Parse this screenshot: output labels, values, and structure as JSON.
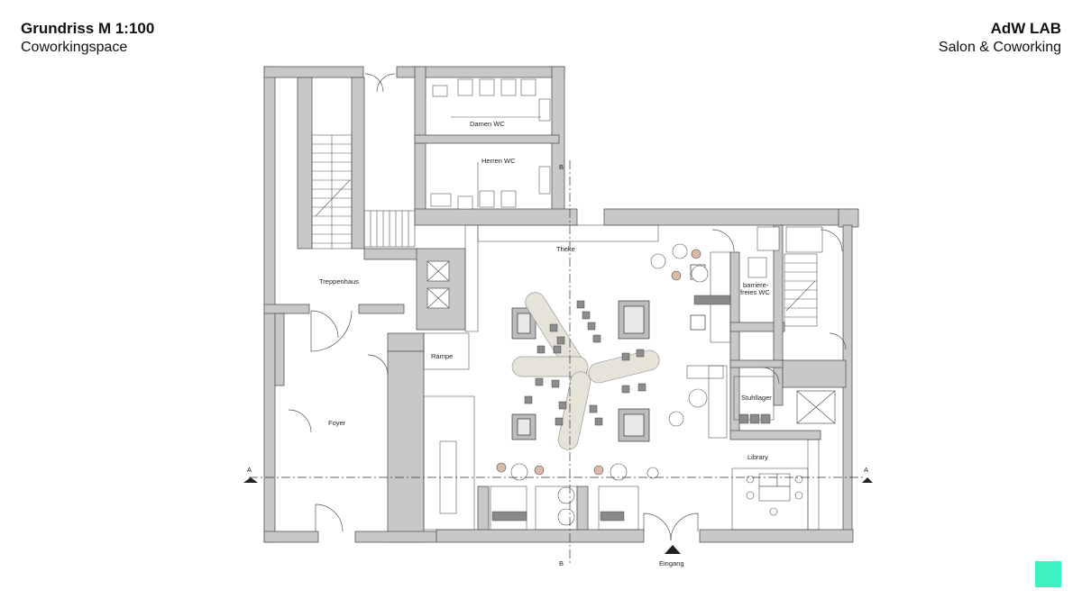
{
  "header": {
    "title": "Grundriss M 1:100",
    "subtitle": "Coworkingspace",
    "brand": "AdW LAB",
    "brand_sub": "Salon & Coworking"
  },
  "rooms": {
    "damen_wc": "Damen WC",
    "herren_wc": "Herren WC",
    "theke": "Theke",
    "barrierefreies_wc_1": "barriere-",
    "barrierefreies_wc_2": "freies WC",
    "treppenhaus": "Treppenhaus",
    "rampe": "Rampe",
    "foyer": "Foyer",
    "stuhllager": "Stuhllager",
    "library": "Library",
    "eingang": "Eingang"
  },
  "section_markers": {
    "a": "A",
    "b": "B"
  },
  "colors": {
    "wall": "#c8c8c8",
    "wall_edge": "#555555",
    "table": "#e6e4d8",
    "furniture": "#9a9a9a",
    "stool": "#dcb8a8",
    "accent": "#3ef2c2"
  }
}
